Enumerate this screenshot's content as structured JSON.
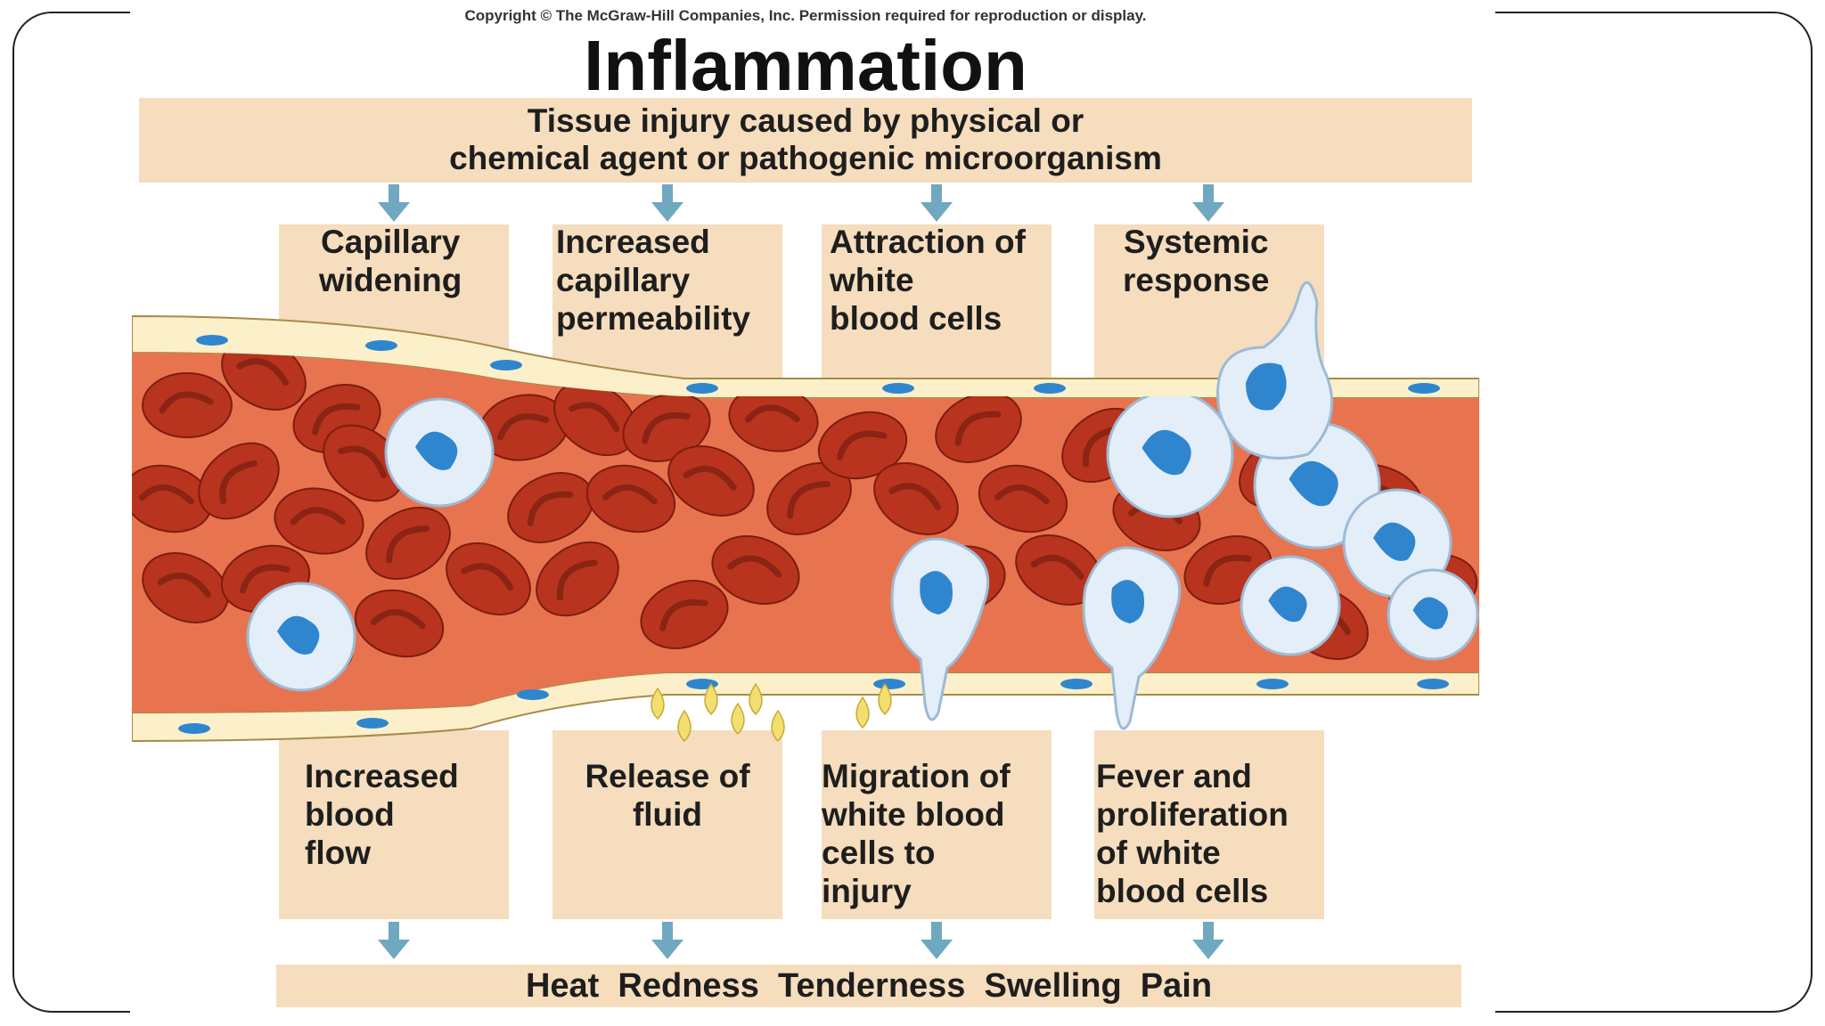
{
  "copyright": "Copyright © The McGraw-Hill Companies, Inc. Permission required for reproduction or display.",
  "title": "Inflammation",
  "injury": {
    "line1": "Tissue injury caused by physical or",
    "line2": "chemical agent or pathogenic microorganism"
  },
  "responses": [
    {
      "lines": [
        "Capillary",
        "widening"
      ]
    },
    {
      "lines": [
        "Increased",
        "capillary",
        "permeability"
      ]
    },
    {
      "lines": [
        "Attraction of",
        "white",
        "blood cells"
      ]
    },
    {
      "lines": [
        "Systemic",
        "response"
      ]
    }
  ],
  "effects": [
    {
      "lines": [
        "Increased",
        "blood",
        "flow"
      ]
    },
    {
      "lines": [
        "Release of",
        "fluid"
      ]
    },
    {
      "lines": [
        "Migration of",
        "white blood",
        "cells to",
        "injury"
      ]
    },
    {
      "lines": [
        "Fever and",
        "proliferation",
        "of white",
        "blood cells"
      ]
    }
  ],
  "symptoms": "Heat  Redness  Tenderness  Swelling  Pain",
  "colors": {
    "panel": "#f5ddbd",
    "arrow": "#6fa8c0",
    "blood": "#e8744f",
    "red_cell": "#b8341e",
    "wbc": "#e4eef8",
    "nucleus": "#2f86cf",
    "vessel_wall": "#fbf0c9",
    "fluid": "#f3df70"
  }
}
